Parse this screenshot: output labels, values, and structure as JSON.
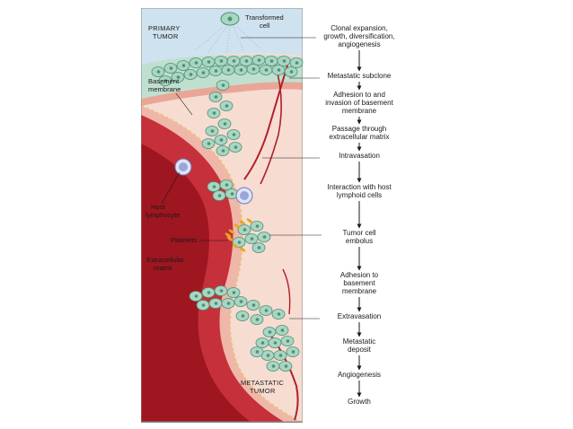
{
  "diagram": {
    "top_label": [
      "PRIMARY",
      "TUMOR"
    ],
    "bottom_label": [
      "METASTATIC",
      "TUMOR"
    ],
    "transformed_cell": [
      "Transformed",
      "cell"
    ],
    "side_labels": {
      "basement_membrane": [
        "Basement",
        "membrane"
      ],
      "host_lymphocyte": [
        "Host",
        "lymphocyte"
      ],
      "platelets": [
        "Platelets"
      ],
      "extracellular_matrix": [
        "Extracellular",
        "matrix"
      ]
    },
    "steps": [
      {
        "lines": [
          "Clonal expansion,",
          "growth, diversification,",
          "angiogenesis"
        ]
      },
      {
        "lines": [
          "Metastatic subclone"
        ]
      },
      {
        "lines": [
          "Adhesion to and",
          "invasion of basement",
          "membrane"
        ]
      },
      {
        "lines": [
          "Passage through",
          "extracellular matrix"
        ]
      },
      {
        "lines": [
          "Intravasation"
        ]
      },
      {
        "lines": [
          "Interaction with host",
          "lymphoid cells"
        ]
      },
      {
        "lines": [
          "Tumor cell",
          "embolus"
        ]
      },
      {
        "lines": [
          "Adhesion to",
          "basement",
          "membrane"
        ]
      },
      {
        "lines": [
          "Extravasation"
        ]
      },
      {
        "lines": [
          "Metastatic",
          "deposit"
        ]
      },
      {
        "lines": [
          "Angiogenesis"
        ]
      },
      {
        "lines": [
          "Growth"
        ]
      }
    ],
    "colors": {
      "panel_bg": "#f7dcd2",
      "primary_zone": "#cfe2ef",
      "vessel_outer": "#c6303a",
      "vessel_inner": "#9e1620",
      "vessel_wall": "#efb7a9",
      "tumor_cell": "#a9d6c2",
      "tumor_cell_edge": "#4f8f77",
      "lymphocyte": "#9aa6d8",
      "platelet": "#e4a81e",
      "capillary": "#b0212b"
    }
  }
}
